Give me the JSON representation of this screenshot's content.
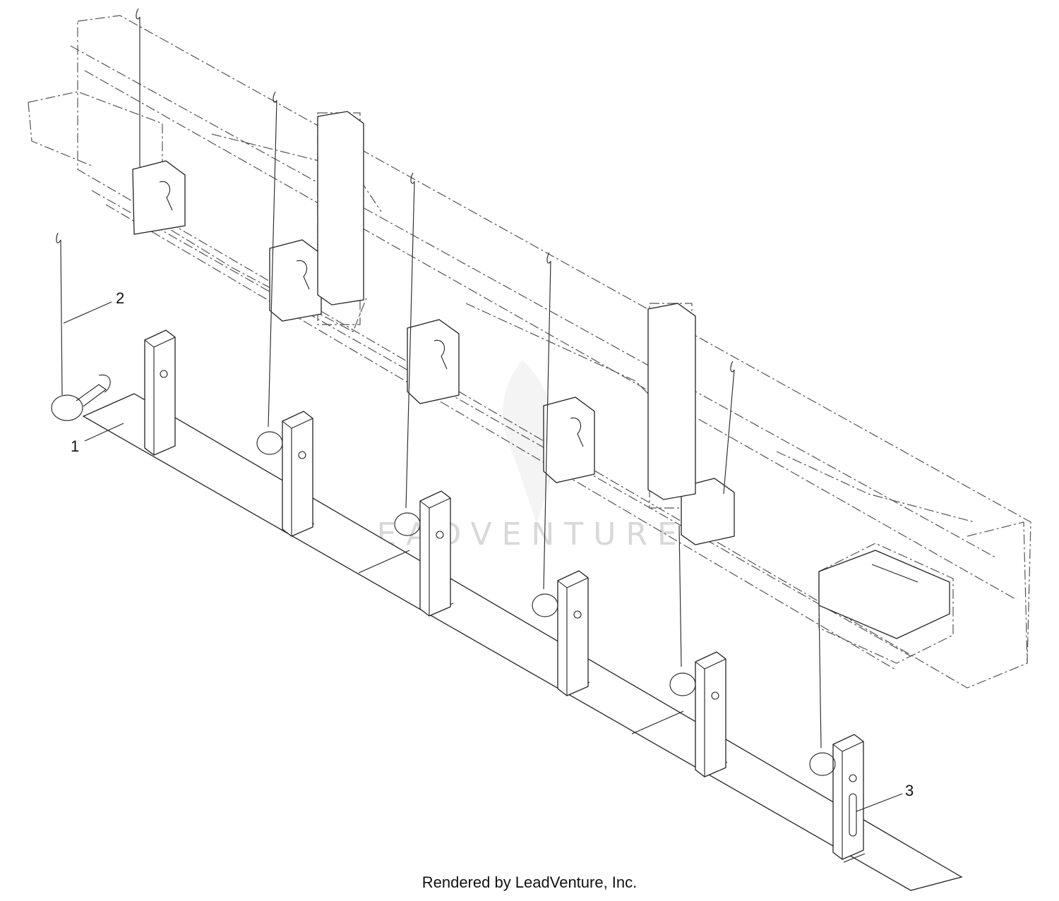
{
  "callouts": [
    {
      "label": "1"
    },
    {
      "label": "2"
    },
    {
      "label": "3"
    }
  ],
  "watermark": "LEADVENTURE",
  "footer": "Rendered by LeadVenture, Inc."
}
